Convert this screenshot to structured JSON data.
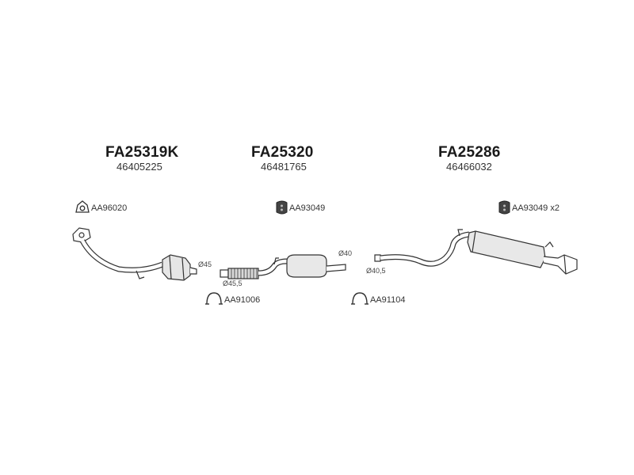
{
  "sections": [
    {
      "part_number": "FA25319K",
      "oem_number": "46405225"
    },
    {
      "part_number": "FA25320",
      "oem_number": "46481765"
    },
    {
      "part_number": "FA25286",
      "oem_number": "46466032"
    }
  ],
  "accessories": {
    "gasket_top_left": "AA96020",
    "hanger_top_middle": "AA93049",
    "hanger_top_right": "AA93049 x2",
    "clamp_bottom_left": "AA91006",
    "clamp_bottom_middle": "AA91104"
  },
  "dimensions": {
    "cat_outlet": "Ø45",
    "mid_inlet": "Ø45,5",
    "mid_outlet": "Ø40",
    "rear_inlet": "Ø40,5"
  },
  "colors": {
    "line": "#333333",
    "fill": "#ffffff",
    "shade": "#cfcfcf"
  }
}
